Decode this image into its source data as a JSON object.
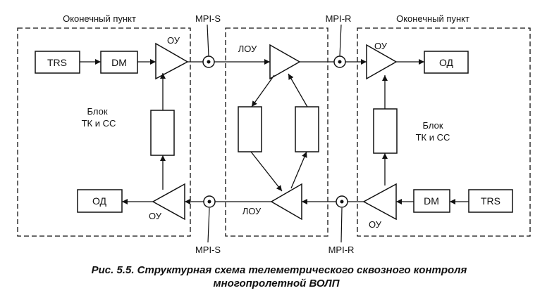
{
  "diagram": {
    "left_station_title": "Оконечный пункт",
    "right_station_title": "Оконечный пункт",
    "mpi_s": "MPI-S",
    "mpi_r": "MPI-R",
    "trs": "TRS",
    "dm": "DM",
    "od": "ОД",
    "ou": "ОУ",
    "lou": "ЛОУ",
    "block_line1": "Блок",
    "block_line2": "ТК и СС"
  },
  "caption": {
    "line1": "Рис. 5.5. Структурная схема телеметрического сквозного контроля",
    "line2": "многопролетной ВОЛП"
  },
  "colors": {
    "ink": "#111111",
    "background": "#ffffff"
  }
}
